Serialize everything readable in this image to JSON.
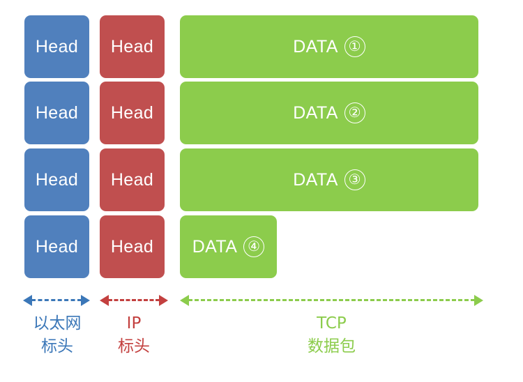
{
  "diagram": {
    "title": "TCP/IP packet encapsulation diagram",
    "colors": {
      "ethernet": "#5080bd",
      "ip": "#c04f4f",
      "data": "#8ccc4c",
      "ethernet_label": "#3b77b8",
      "ip_label": "#c3403f",
      "tcp_label": "#8ccc4c",
      "background": "#ffffff",
      "box_text": "#ffffff"
    },
    "rows": [
      {
        "ethernet_head": "Head",
        "ip_head": "Head",
        "data_text": "DATA",
        "data_number": "①",
        "data_width": "full"
      },
      {
        "ethernet_head": "Head",
        "ip_head": "Head",
        "data_text": "DATA",
        "data_number": "②",
        "data_width": "full"
      },
      {
        "ethernet_head": "Head",
        "ip_head": "Head",
        "data_text": "DATA",
        "data_number": "③",
        "data_width": "full"
      },
      {
        "ethernet_head": "Head",
        "ip_head": "Head",
        "data_text": "DATA",
        "data_number": "④",
        "data_width": "small"
      }
    ],
    "measures": [
      {
        "name": "ethernet",
        "arrow": "double-headed-dashed",
        "caption_line1": "以太网",
        "caption_line2": "标头"
      },
      {
        "name": "ip",
        "arrow": "double-headed-dashed",
        "caption_line1": "IP",
        "caption_line2": "标头"
      },
      {
        "name": "tcp",
        "arrow": "double-headed-dashed",
        "caption_line1": "TCP",
        "caption_line2": "数据包"
      }
    ]
  }
}
